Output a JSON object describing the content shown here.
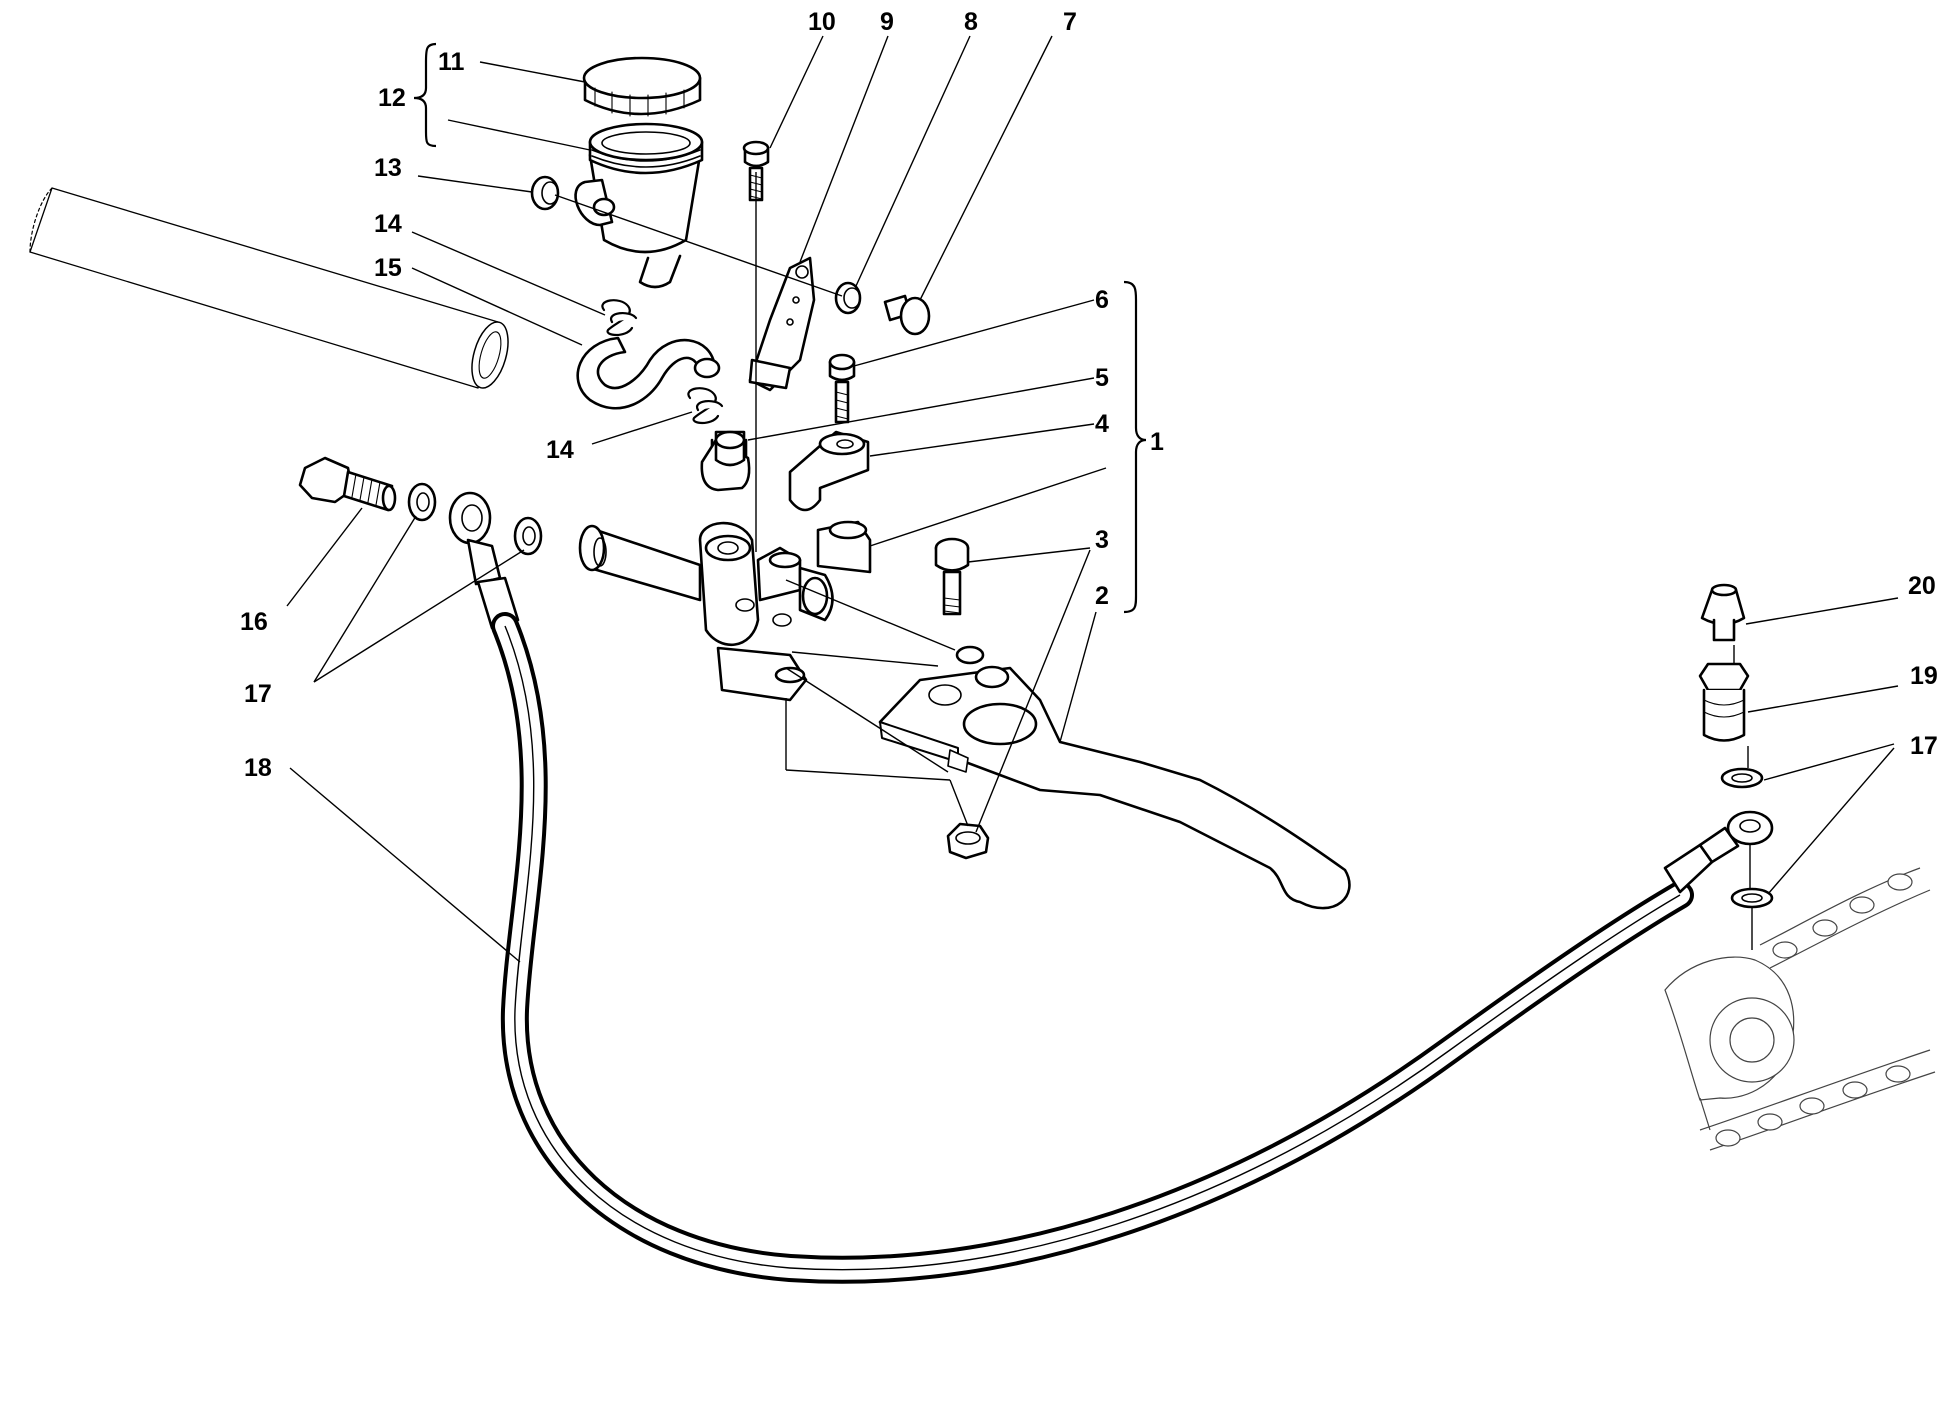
{
  "diagram": {
    "callouts": [
      {
        "id": "c1",
        "text": "1"
      },
      {
        "id": "c2",
        "text": "2"
      },
      {
        "id": "c3",
        "text": "3"
      },
      {
        "id": "c4",
        "text": "4"
      },
      {
        "id": "c5",
        "text": "5"
      },
      {
        "id": "c6",
        "text": "6"
      },
      {
        "id": "c7",
        "text": "7"
      },
      {
        "id": "c8",
        "text": "8"
      },
      {
        "id": "c9",
        "text": "9"
      },
      {
        "id": "c10",
        "text": "10"
      },
      {
        "id": "c11",
        "text": "11"
      },
      {
        "id": "c12",
        "text": "12"
      },
      {
        "id": "c13",
        "text": "13"
      },
      {
        "id": "c14a",
        "text": "14"
      },
      {
        "id": "c14b",
        "text": "14"
      },
      {
        "id": "c15",
        "text": "15"
      },
      {
        "id": "c16",
        "text": "16"
      },
      {
        "id": "c17a",
        "text": "17"
      },
      {
        "id": "c17b",
        "text": "17"
      },
      {
        "id": "c18",
        "text": "18"
      },
      {
        "id": "c19",
        "text": "19"
      },
      {
        "id": "c20",
        "text": "20"
      }
    ]
  }
}
